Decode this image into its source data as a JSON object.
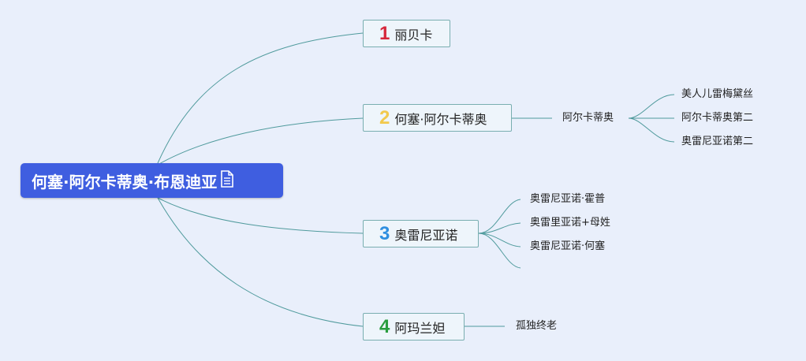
{
  "root": {
    "label": "何塞·阿尔卡蒂奥·布恩迪亚",
    "icon": "note-icon"
  },
  "branches": [
    {
      "number": "1",
      "label": "丽贝卡",
      "number_color": "#d6273b"
    },
    {
      "number": "2",
      "label": "何塞·阿尔卡蒂奥",
      "number_color": "#f2c94c"
    },
    {
      "number": "3",
      "label": "奥雷尼亚诺",
      "number_color": "#2f8fe0"
    },
    {
      "number": "4",
      "label": "阿玛兰妲",
      "number_color": "#2a9d3f"
    }
  ],
  "sub_nodes": {
    "b2_child": "阿尔卡蒂奥",
    "b2_grandchildren": [
      "美人儿雷梅黛丝",
      "阿尔卡蒂奥第二",
      "奥雷尼亚诺第二"
    ],
    "b3_children": [
      "奥雷尼亚诺·霍普",
      "奥雷里亚诺+母姓",
      "奥雷尼亚诺·何塞",
      ""
    ],
    "b4_child": "孤独终老"
  },
  "colors": {
    "background": "#e9effb",
    "root_fill": "#3f5ee0",
    "line": "#4f9a9c",
    "branch_border": "#79aeb0"
  }
}
